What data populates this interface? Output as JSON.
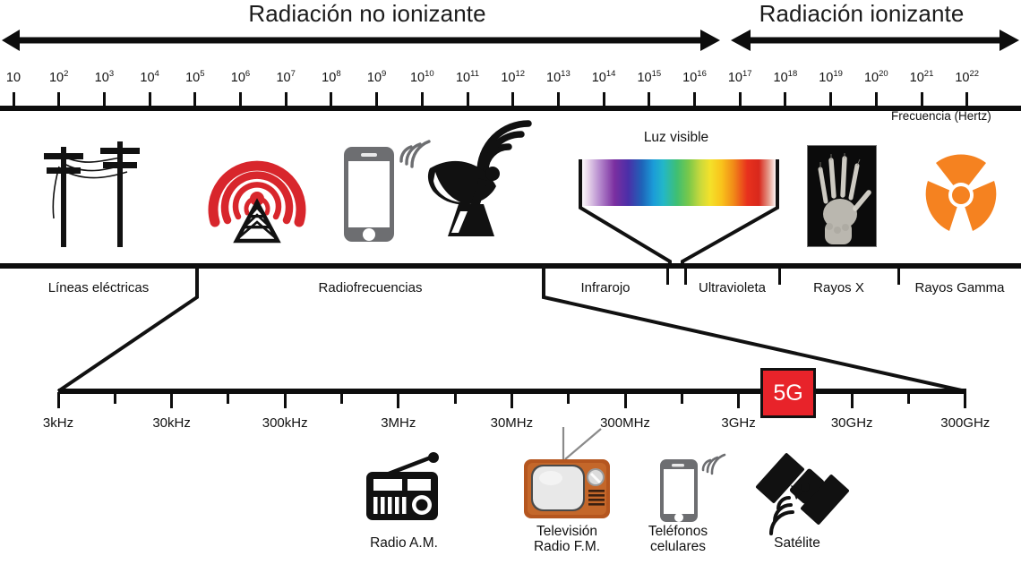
{
  "zones": [
    {
      "id": "no-ionizante",
      "label": "Radiación no ionizante"
    },
    {
      "id": "ionizante",
      "label": "Radiación ionizante"
    }
  ],
  "frequency_axis": {
    "caption": "Frecuencia (Hertz)",
    "ticks": [
      {
        "base": "10",
        "exp": ""
      },
      {
        "base": "10",
        "exp": "2"
      },
      {
        "base": "10",
        "exp": "3"
      },
      {
        "base": "10",
        "exp": "4"
      },
      {
        "base": "10",
        "exp": "5"
      },
      {
        "base": "10",
        "exp": "6"
      },
      {
        "base": "10",
        "exp": "7"
      },
      {
        "base": "10",
        "exp": "8"
      },
      {
        "base": "10",
        "exp": "9"
      },
      {
        "base": "10",
        "exp": "10"
      },
      {
        "base": "10",
        "exp": "11"
      },
      {
        "base": "10",
        "exp": "12"
      },
      {
        "base": "10",
        "exp": "13"
      },
      {
        "base": "10",
        "exp": "14"
      },
      {
        "base": "10",
        "exp": "15"
      },
      {
        "base": "10",
        "exp": "16"
      },
      {
        "base": "10",
        "exp": "17"
      },
      {
        "base": "10",
        "exp": "18"
      },
      {
        "base": "10",
        "exp": "19"
      },
      {
        "base": "10",
        "exp": "20"
      },
      {
        "base": "10",
        "exp": "21"
      },
      {
        "base": "10",
        "exp": "22"
      }
    ]
  },
  "bands": [
    {
      "id": "lineas-electricas",
      "label": "Líneas eléctricas"
    },
    {
      "id": "radiofrecuencias",
      "label": "Radiofrecuencias"
    },
    {
      "id": "infrarojo",
      "label": "Infrarojo"
    },
    {
      "id": "ultravioleta",
      "label": "Ultravioleta"
    },
    {
      "id": "rayos-x",
      "label": "Rayos X"
    },
    {
      "id": "rayos-gamma",
      "label": "Rayos Gamma"
    }
  ],
  "visible_light": {
    "label": "Luz visible"
  },
  "spectrum_icons": [
    {
      "id": "power-lines",
      "name": "power-lines-icon"
    },
    {
      "id": "radio-tower",
      "name": "radio-tower-icon",
      "color": "#d8262c"
    },
    {
      "id": "mobile-phone",
      "name": "mobile-phone-icon",
      "color": "#6d6e71"
    },
    {
      "id": "satellite-dish",
      "name": "satellite-dish-icon"
    },
    {
      "id": "xray-hand",
      "name": "xray-hand-icon"
    },
    {
      "id": "radiation-trefoil",
      "name": "radiation-trefoil-icon",
      "color": "#f58220"
    }
  ],
  "zoom_axis": {
    "highlight": {
      "label": "5G",
      "bg": "#e8232a",
      "border": "#111111",
      "text": "#ffffff"
    },
    "ticks": [
      {
        "label": "3kHz"
      },
      {
        "label": "30kHz"
      },
      {
        "label": "300kHz"
      },
      {
        "label": "3MHz"
      },
      {
        "label": "30MHz"
      },
      {
        "label": "300MHz"
      },
      {
        "label": "3GHz"
      },
      {
        "label": "30GHz"
      },
      {
        "label": "300GHz"
      }
    ]
  },
  "zoom_icons": [
    {
      "id": "radio-am",
      "name": "radio-icon",
      "caption_lines": [
        "Radio A.M."
      ]
    },
    {
      "id": "television",
      "name": "television-icon",
      "caption_lines": [
        "Televisión",
        "Radio F.M."
      ]
    },
    {
      "id": "cellphones",
      "name": "mobile-phone-icon",
      "caption_lines": [
        "Teléfonos",
        "celulares"
      ]
    },
    {
      "id": "satellite",
      "name": "satellite-icon",
      "caption_lines": [
        "Satélite"
      ]
    }
  ],
  "colors": {
    "ink": "#111111",
    "red": "#e8232a",
    "orange": "#f58220",
    "gray": "#6d6e71"
  }
}
